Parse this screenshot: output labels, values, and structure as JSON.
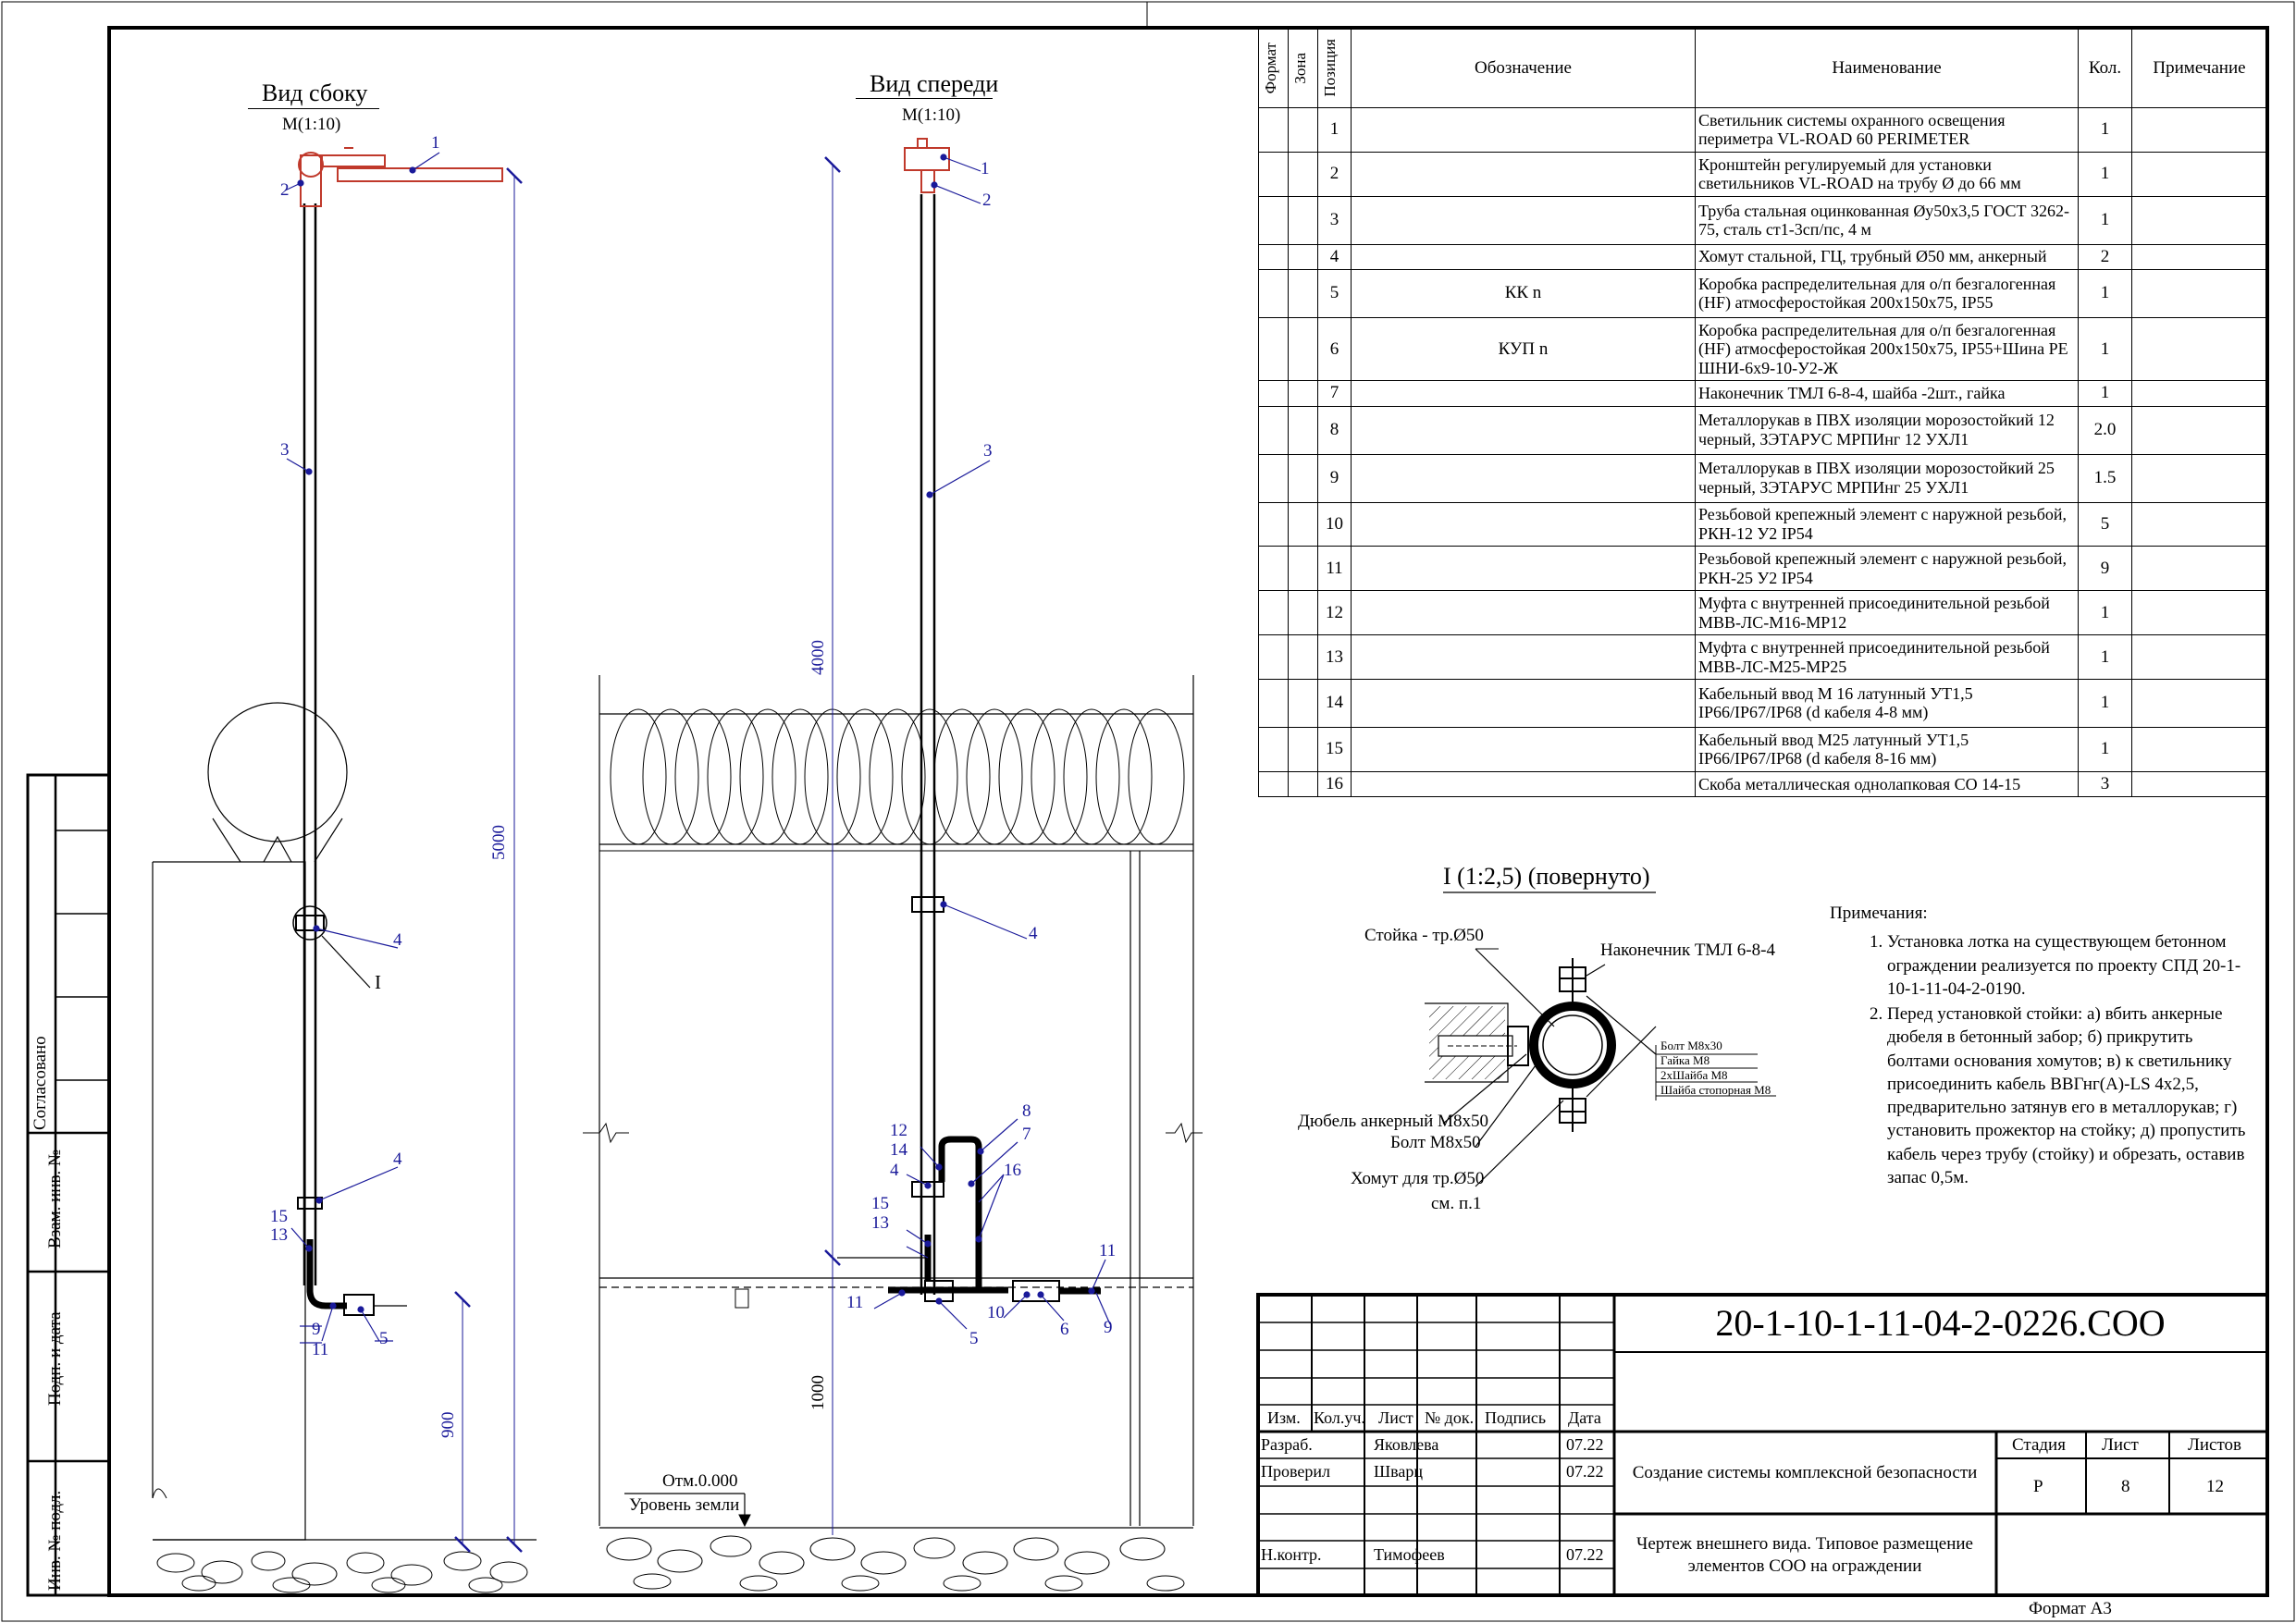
{
  "views": {
    "side": {
      "title": "Вид сбоку",
      "scale": "М(1:10)"
    },
    "front": {
      "title": "Вид спереди",
      "scale": "М(1:10)"
    },
    "detail": {
      "title": "I (1:2,5) (повернуто)"
    }
  },
  "dimensions": {
    "side_total": "5000",
    "side_base": "900",
    "front_pipe": "4000",
    "front_base": "1000"
  },
  "ground": {
    "mark": "Отм.0.000",
    "label": "Уровень земли"
  },
  "detail_marker": "I",
  "callouts": {
    "side": [
      "1",
      "2",
      "3",
      "4",
      "4",
      "15",
      "13",
      "9",
      "11",
      "5"
    ],
    "front": [
      "1",
      "2",
      "3",
      "4",
      "8",
      "7",
      "12",
      "14",
      "4",
      "16",
      "15",
      "13",
      "11",
      "5",
      "10",
      "6",
      "11",
      "9"
    ]
  },
  "detail_labels": {
    "stand": "Стойка - тр.Ø50",
    "lug": "Наконечник ТМЛ 6-8-4",
    "bolt_m8x30": "Болт М8х30",
    "nut": "Гайка М8",
    "washers": "2хШайба М8",
    "lock_washer": "Шайба стопорная М8",
    "anchor": "Дюбель анкерный М8х50",
    "bolt_m8x50": "Болт М8х50",
    "clamp": "Хомут для тр.Ø50",
    "clamp_ref": "см. п.1"
  },
  "spec_table": {
    "headers": {
      "format": "Формат",
      "zone": "Зона",
      "position": "Позиция",
      "designation": "Обозначение",
      "name": "Наименование",
      "qty": "Кол.",
      "note": "Примечание"
    },
    "rows": [
      {
        "pos": "1",
        "des": "",
        "name": "Светильник системы охранного освещения периметра VL-ROAD 60 PERIMETER",
        "qty": "1"
      },
      {
        "pos": "2",
        "des": "",
        "name": "Кронштейн регулируемый для установки светильников VL-ROAD на трубу Ø до 66 мм",
        "qty": "1"
      },
      {
        "pos": "3",
        "des": "",
        "name": "Труба стальная оцинкованная Øу50х3,5 ГОСТ 3262-75, сталь ст1-3сп/пс, 4 м",
        "qty": "1"
      },
      {
        "pos": "4",
        "des": "",
        "name": "Хомут стальной, ГЦ, трубный Ø50 мм, анкерный",
        "qty": "2"
      },
      {
        "pos": "5",
        "des": "КК n",
        "name": "Коробка распределительная для о/п безгалогенная (HF) атмосферостойкая 200х150х75, IP55",
        "qty": "1"
      },
      {
        "pos": "6",
        "des": "КУП n",
        "name": "Коробка распределительная для о/п безгалогенная (HF) атмосферостойкая 200х150х75, IP55+Шина PE ШНИ-6х9-10-У2-Ж",
        "qty": "1"
      },
      {
        "pos": "7",
        "des": "",
        "name": "Наконечник ТМЛ 6-8-4, шайба -2шт., гайка",
        "qty": "1"
      },
      {
        "pos": "8",
        "des": "",
        "name": "Металлорукав в ПВХ изоляции морозостойкий 12 черный, ЗЭТАРУС МРПИнг 12 УХЛ1",
        "qty": "2.0"
      },
      {
        "pos": "9",
        "des": "",
        "name": "Металлорукав в ПВХ изоляции морозостойкий 25 черный, ЗЭТАРУС МРПИнг 25 УХЛ1",
        "qty": "1.5"
      },
      {
        "pos": "10",
        "des": "",
        "name": "Резьбовой крепежный элемент с наружной резьбой, РКН-12 У2 IP54",
        "qty": "5"
      },
      {
        "pos": "11",
        "des": "",
        "name": "Резьбовой крепежный элемент с наружной резьбой, РКН-25 У2 IP54",
        "qty": "9"
      },
      {
        "pos": "12",
        "des": "",
        "name": "Муфта с внутренней присоединительной резьбой МВВ-ЛС-М16-МР12",
        "qty": "1"
      },
      {
        "pos": "13",
        "des": "",
        "name": "Муфта с внутренней присоединительной резьбой МВВ-ЛС-М25-МР25",
        "qty": "1"
      },
      {
        "pos": "14",
        "des": "",
        "name": "Кабельный ввод М 16 латунный УТ1,5 IP66/IP67/IP68 (d кабеля 4-8 мм)",
        "qty": "1"
      },
      {
        "pos": "15",
        "des": "",
        "name": "Кабельный ввод М25 латунный УТ1,5 IP66/IP67/IP68 (d кабеля 8-16 мм)",
        "qty": "1"
      },
      {
        "pos": "16",
        "des": "",
        "name": "Скоба металлическая однолапковая СО 14-15",
        "qty": "3"
      }
    ]
  },
  "notes": {
    "title": "Примечания:",
    "items": [
      "Установка лотка на существующем бетонном ограждении реализуется по проекту СПД 20-1-10-1-11-04-2-0190.",
      "Перед установкой стойки: а) вбить анкерные дюбеля в бетонный забор; б) прикрутить болтами основания хомутов; в) к светильнику присоединить кабель ВВГнг(А)-LS 4х2,5, предварительно затянув его в металлорукав; г) установить прожектор на стойку; д) пропустить кабель через трубу (стойку) и обрезать, оставив запас 0,5м."
    ]
  },
  "title_block": {
    "code": "20-1-10-1-11-04-2-0226.СОО",
    "headers": {
      "izm": "Изм.",
      "koluch": "Кол.уч.",
      "list": "Лист",
      "ndok": "№ док.",
      "podpis": "Подпись",
      "data": "Дата"
    },
    "rows": [
      {
        "role": "Разраб.",
        "name": "Яковлева",
        "date": "07.22"
      },
      {
        "role": "Проверил",
        "name": "Шварц",
        "date": "07.22"
      },
      {
        "role": "Н.контр.",
        "name": "Тимофеев",
        "date": "07.22"
      }
    ],
    "project": "Создание системы комплексной безопасности",
    "sheet_title": "Чертеж внешнего вида. Типовое размещение элементов СОО на ограждении",
    "stage_label": "Стадия",
    "stage": "Р",
    "sheet_label": "Лист",
    "sheet": "8",
    "sheets_label": "Листов",
    "sheets": "12",
    "format": "Формат А3"
  },
  "side_stamps": [
    "Согласовано",
    "Взам. инв. №",
    "Подп. и дата",
    "Инв. № подл."
  ]
}
